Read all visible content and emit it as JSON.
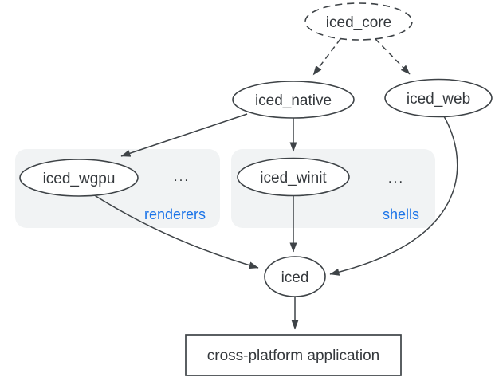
{
  "colors": {
    "background": "#ffffff",
    "stroke": "#3e4347",
    "text": "#34383c",
    "group_fill": "#f1f3f4",
    "accent_blue": "#1a73e8"
  },
  "nodes": {
    "iced_core": "iced_core",
    "iced_native": "iced_native",
    "iced_web": "iced_web",
    "iced_wgpu": "iced_wgpu",
    "iced_winit": "iced_winit",
    "iced": "iced",
    "app": "cross-platform application"
  },
  "groups": {
    "renderers": {
      "label": "renderers",
      "ellipsis": "..."
    },
    "shells": {
      "label": "shells",
      "ellipsis": "..."
    }
  },
  "edges": [
    {
      "from": "iced_core",
      "to": "iced_native",
      "style": "dashed"
    },
    {
      "from": "iced_core",
      "to": "iced_web",
      "style": "dashed"
    },
    {
      "from": "iced_native",
      "to": "iced_wgpu",
      "style": "solid"
    },
    {
      "from": "iced_native",
      "to": "iced_winit",
      "style": "solid"
    },
    {
      "from": "iced_wgpu",
      "to": "iced",
      "style": "solid"
    },
    {
      "from": "iced_winit",
      "to": "iced",
      "style": "solid"
    },
    {
      "from": "iced_web",
      "to": "iced",
      "style": "solid"
    },
    {
      "from": "iced",
      "to": "app",
      "style": "solid"
    }
  ]
}
